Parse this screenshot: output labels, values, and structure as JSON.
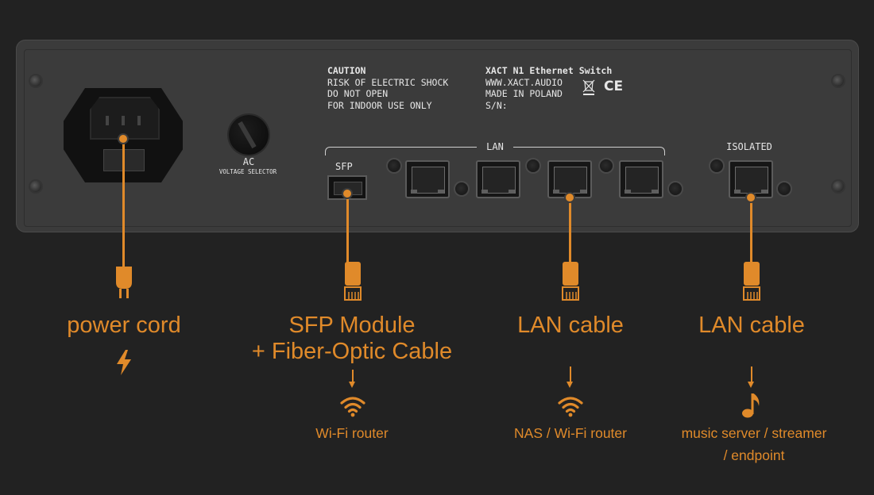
{
  "device": {
    "caution": [
      "CAUTION",
      "RISK OF ELECTRIC SHOCK",
      "DO NOT OPEN",
      "FOR INDOOR USE ONLY"
    ],
    "product": [
      "XACT N1 Ethernet Switch",
      "WWW.XACT.AUDIO",
      "MADE IN POLAND",
      "S/N:"
    ],
    "ce_mark": "CE",
    "ac_label": "AC",
    "voltage_label": "VOLTAGE SELECTOR",
    "sfp_label": "SFP",
    "lan_label": "LAN",
    "isolated_label": "ISOLATED"
  },
  "callouts": {
    "power": {
      "title": "power cord"
    },
    "sfp": {
      "title_lines": [
        "SFP Module",
        "+ Fiber-Optic Cable"
      ],
      "destination": "Wi-Fi router"
    },
    "lan": {
      "title": "LAN cable",
      "destination": "NAS / Wi-Fi router"
    },
    "isolated": {
      "title": "LAN cable",
      "destination_lines": [
        "music server / streamer",
        "/ endpoint"
      ]
    }
  },
  "colors": {
    "accent": "#e08a2a",
    "background": "#222222",
    "panel": "#3b3b3b"
  },
  "icons": [
    "power-plug-icon",
    "ethernet-plug-icon",
    "lightning-icon",
    "wifi-icon",
    "music-note-icon",
    "weee-bin-icon"
  ]
}
